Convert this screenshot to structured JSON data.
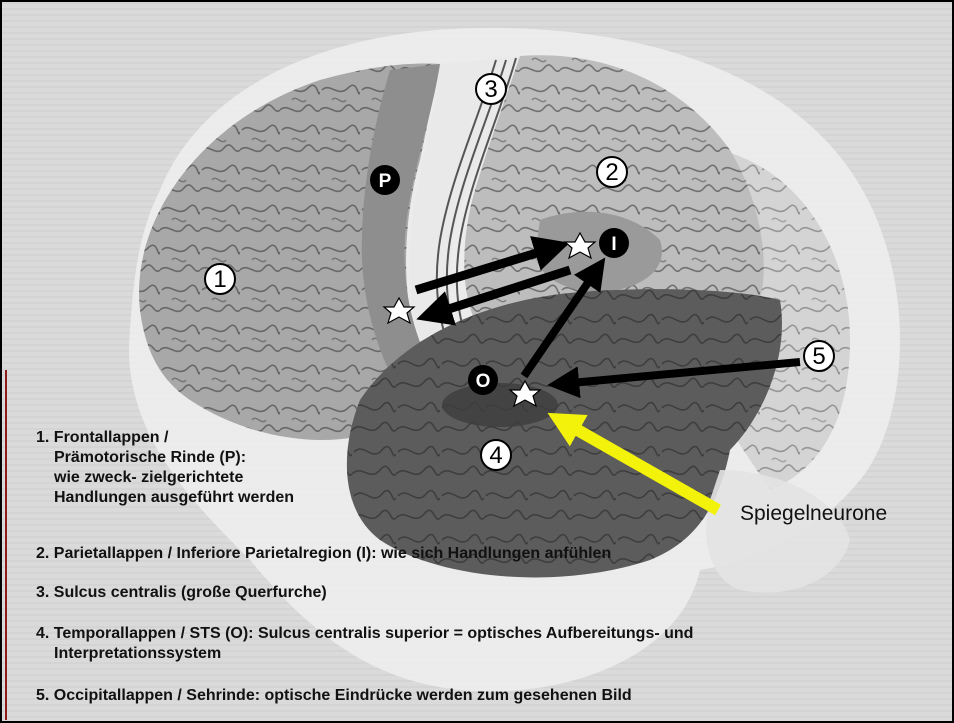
{
  "markers": {
    "m1": "1",
    "m2": "2",
    "m3": "3",
    "m4": "4",
    "m5": "5",
    "p": "P",
    "i": "I",
    "o": "O"
  },
  "mirror_label": "Spiegelneurone",
  "legend": {
    "item1_lines": [
      "1. Frontallappen /",
      "Prämotorische Rinde (P):",
      "wie zweck- zielgerichtete",
      "Handlungen ausgeführt werden"
    ],
    "item2": "2. Parietallappen / Inferiore Parietalregion (I): wie sich Handlungen anfühlen",
    "item3": "3. Sulcus centralis (große Querfurche)",
    "item4_lines": [
      "4. Temporallappen / STS (O): Sulcus centralis superior = optisches Aufbereitungs- und",
      "Interpretationssystem"
    ],
    "item5": "5. Occipitallappen / Sehrinde: optische Eindrücke werden zum gesehenen Bild"
  },
  "colors": {
    "frame": "#000000",
    "background_texture": "#d9d9d9",
    "brain_outline": "#f2f2f2",
    "frontal_lobe": "#a6a6a6",
    "premotor_band": "#8c8c8c",
    "parietal_lobe": "#bdbdbd",
    "sulcus_band": "#e6e6e6",
    "temporal_lobe": "#5a5a5a",
    "occipital_lobe": "#cfcfcf",
    "arrow": "#000000",
    "mirror_arrow": "#f2f20a",
    "left_edge_line": "#8b1a1a"
  }
}
